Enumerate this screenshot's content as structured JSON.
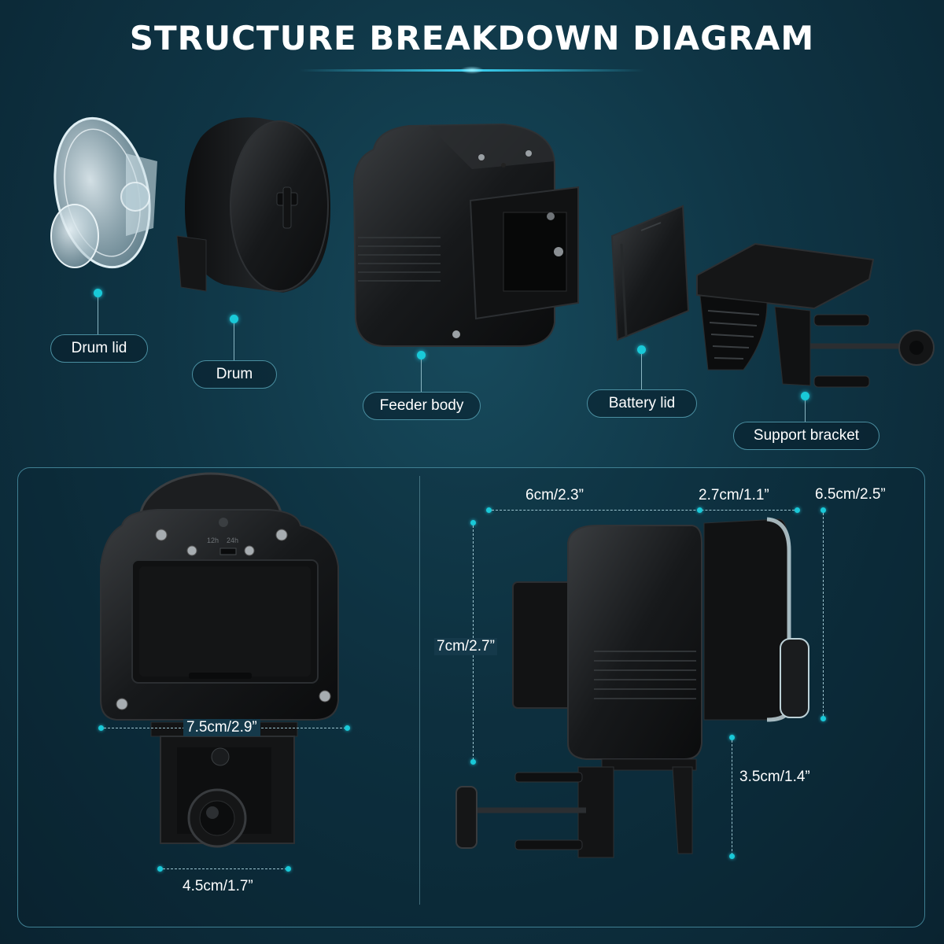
{
  "title": "STRUCTURE BREAKDOWN DIAGRAM",
  "parts": {
    "drum_lid": "Drum lid",
    "drum": "Drum",
    "feeder_body": "Feeder body",
    "battery_lid": "Battery lid",
    "support_bracket": "Support bracket"
  },
  "switch_labels": [
    "12h",
    "24h"
  ],
  "dimensions": {
    "front_width": "7.5cm/2.9”",
    "bracket_width": "4.5cm/1.7”",
    "body_length": "6cm/2.3”",
    "drum_length": "2.7cm/1.1”",
    "drum_diameter": "6.5cm/2.5”",
    "height": "7cm/2.7”",
    "clamp_depth": "3.5cm/1.4”"
  },
  "colors": {
    "accent": "#19c9d8",
    "background": "#0f3545",
    "pill_border": "#4a8ea0"
  }
}
